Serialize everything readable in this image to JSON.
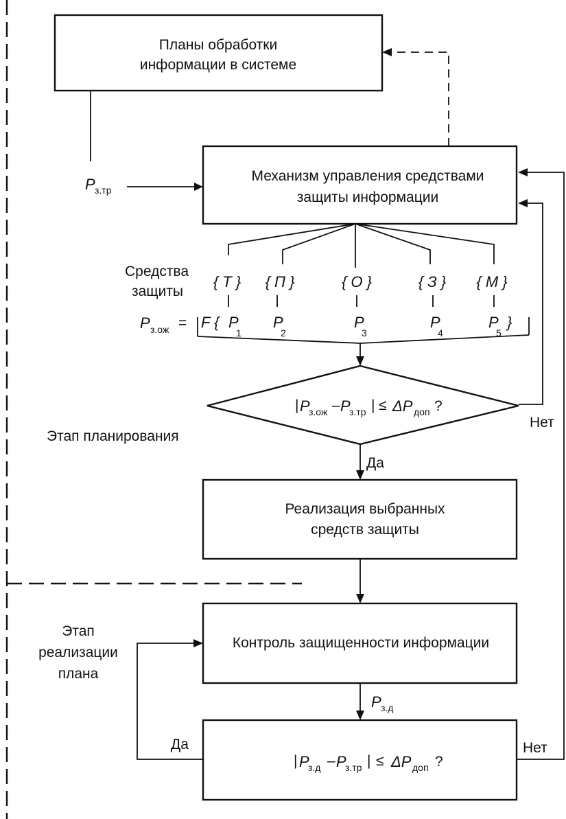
{
  "blocks": {
    "plans": {
      "line1": "Планы обработки",
      "line2": "информации в системе"
    },
    "mechanism": {
      "line1": "Механизм управления средствами",
      "line2": "защиты информации"
    },
    "implementation": {
      "line1": "Реализация выбранных",
      "line2": "средств защиты"
    },
    "control": {
      "text": "Контроль защищенности информации"
    }
  },
  "labels": {
    "means_line1": "Средства",
    "means_line2": "защиты",
    "planning_stage": "Этап планирования",
    "impl_stage_line1": "Этап",
    "impl_stage_line2": "реализации",
    "impl_stage_line3": "плана",
    "yes": "Да",
    "no": "Нет"
  },
  "means": [
    "{ T }",
    "{ П }",
    "{ O }",
    "{ З }",
    "{ M }"
  ],
  "probabilities": {
    "required": {
      "symbol": "P",
      "sub": "з.тр"
    },
    "expected": {
      "symbol": "P",
      "sub": "з.ож"
    },
    "actual": {
      "symbol": "P",
      "sub": "з.д"
    },
    "allowed": {
      "symbol": "ΔP",
      "sub": "доп"
    },
    "equals": "=",
    "function_open": "F {",
    "function_close": "}",
    "items": [
      {
        "symbol": "P",
        "sub": "1"
      },
      {
        "symbol": "P",
        "sub": "2"
      },
      {
        "symbol": "P",
        "sub": "3"
      },
      {
        "symbol": "P",
        "sub": "4"
      },
      {
        "symbol": "P",
        "sub": "5"
      }
    ],
    "minus": "–",
    "le": "≤",
    "question": "?",
    "bar": "|"
  }
}
